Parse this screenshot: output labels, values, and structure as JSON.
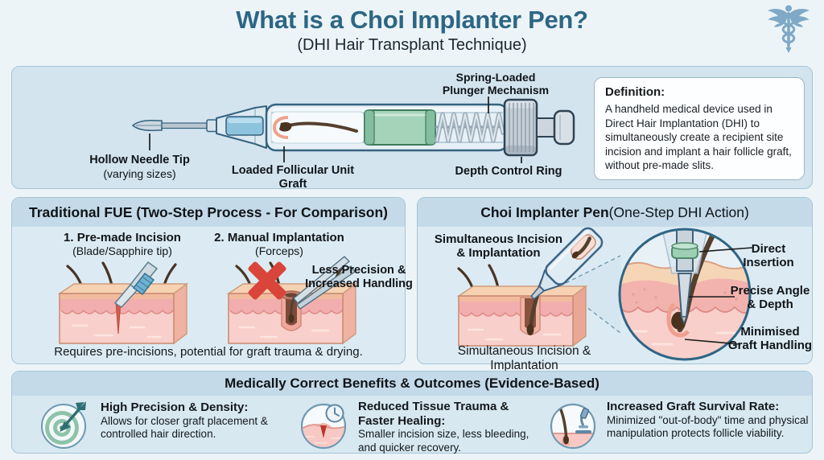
{
  "page": {
    "title": "What is a Choi Implanter Pen?",
    "subtitle": "(DHI Hair Transplant Technique)"
  },
  "icons": {
    "caduceus": "caduceus-medical-symbol",
    "target": "target-with-arrow",
    "clock_skin": "clock-over-healing-incision",
    "microscope": "microscope-with-follicle"
  },
  "colors": {
    "title": "#2d6684",
    "panel_bg": "#d3e4ee",
    "panel_header_bg": "#c4dae8",
    "accent_red": "#d9453a",
    "green": "#a5d3ba",
    "icon_blue": "#7fa9c6"
  },
  "anatomy_panel": {
    "labels": {
      "spring": "Spring-Loaded\nPlunger Mechanism",
      "needle_title": "Hollow Needle Tip",
      "needle_sub": "(varying sizes)",
      "graft": "Loaded Follicular Unit Graft",
      "depth_ring": "Depth Control Ring"
    },
    "definition_heading": "Definition:",
    "definition_body": "A handheld medical device used in Direct Hair Implantation (DHI) to simultaneously create a recipient site incision and implant a hair follicle graft, without pre-made slits."
  },
  "fue_panel": {
    "title": "Traditional FUE (Two-Step Process - For Comparison)",
    "step1_title": "1. Pre-made Incision",
    "step1_sub": "(Blade/Sapphire tip)",
    "step2_title": "2. Manual Implantation",
    "step2_sub": "(Forceps)",
    "warning": "Less Precision &\nIncreased Handling",
    "caption": "Requires pre-incisions, potential for graft trauma & drying."
  },
  "choi_panel": {
    "title_bold": "Choi Implanter Pen",
    "title_rest": " (One-Step DHI Action)",
    "label_simultaneous": "Simultaneous Incision\n& Implantation",
    "label_direct": "Direct\nInsertion",
    "label_angle": "Precise Angle\n& Depth",
    "label_handling": "Minimised\nGraft Handling",
    "caption": "Simultaneous Incision & Implantation"
  },
  "benefits_panel": {
    "title": "Medically Correct Benefits & Outcomes (Evidence-Based)",
    "items": [
      {
        "heading": "High Precision & Density:",
        "body": "Allows for closer graft placement & controlled hair direction.",
        "icon": "target-with-arrow"
      },
      {
        "heading": "Reduced Tissue Trauma & Faster Healing:",
        "body": "Smaller incision size, less bleeding, and quicker recovery.",
        "icon": "clock-over-healing-incision"
      },
      {
        "heading": "Increased Graft Survival Rate:",
        "body": "Minimized \"out-of-body\" time and physical manipulation protects follicle viability.",
        "icon": "microscope-with-follicle"
      }
    ]
  }
}
